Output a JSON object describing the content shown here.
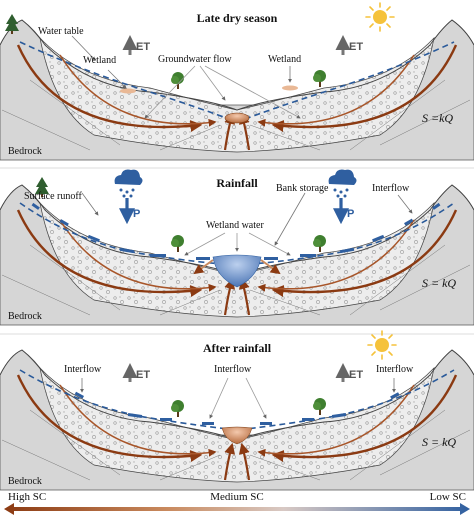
{
  "panels": [
    {
      "title": "Late dry season",
      "labels": {
        "water_table": "Water table",
        "wetland_left": "Wetland",
        "wetland_right": "Wetland",
        "groundwater_flow": "Groundwater flow",
        "et_left": "ET",
        "et_right": "ET",
        "bedrock": "Bedrock",
        "equation": "S =kQ"
      }
    },
    {
      "title": "Rainfall",
      "labels": {
        "surface_runoff": "Surface runoff",
        "bank_storage": "Bank storage",
        "wetland_water": "Wetland water",
        "interflow": "Interflow",
        "p_left": "P",
        "p_right": "P",
        "bedrock": "Bedrock",
        "equation": "S = kQ"
      }
    },
    {
      "title": "After rainfall",
      "labels": {
        "interflow_left": "Interflow",
        "interflow_mid": "Interflow",
        "interflow_right": "Interflow",
        "et_left": "ET",
        "et_right": "ET",
        "bedrock": "Bedrock",
        "equation": "S = kQ"
      }
    }
  ],
  "legend": {
    "high": "High SC",
    "medium": "Medium SC",
    "low": "Low SC"
  },
  "colors": {
    "high_sc": "#8b3a12",
    "low_sc": "#2f5fa0",
    "bedrock": "#d4d4d4",
    "aquifer": "#e9e9e9",
    "water_table": "#2a5a9a",
    "sun": "#f5c23b"
  }
}
